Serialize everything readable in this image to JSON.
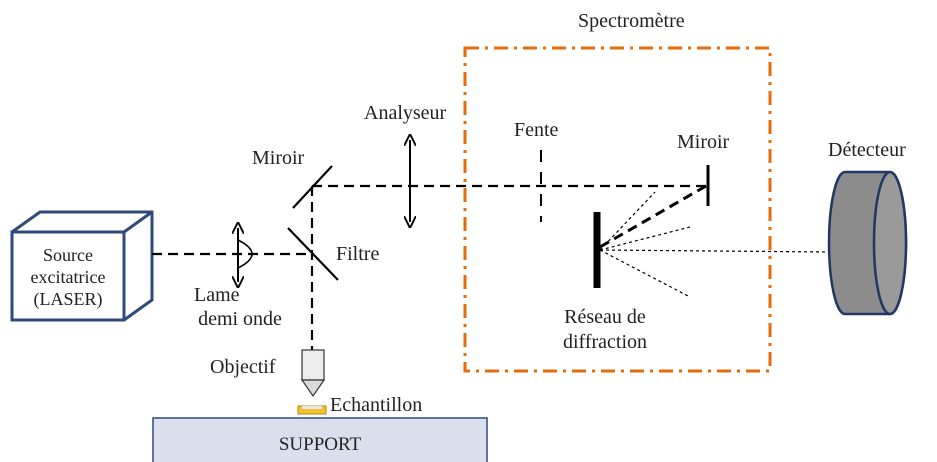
{
  "diagram": {
    "title": "",
    "labels": {
      "spectrometre": "Spectromètre",
      "analyseur": "Analyseur",
      "fente": "Fente",
      "miroir_spectro": "Miroir",
      "detecteur": "Détecteur",
      "miroir": "Miroir",
      "source_line1": "Source",
      "source_line2": "excitatrice",
      "source_line3": "(LASER)",
      "filtre": "Filtre",
      "lame_line1": "Lame",
      "lame_line2": "demi onde",
      "reseau_line1": "Réseau de",
      "reseau_line2": "diffraction",
      "objectif": "Objectif",
      "echantillon": "Echantillon",
      "support": "SUPPORT"
    },
    "colors": {
      "spectrometer_box": "#E46C0A",
      "laser_box": "#2F4A7A",
      "support_fill": "#D9E0EC",
      "support_border": "#2F4A7A",
      "detector_body": "#8C8C8C",
      "detector_border": "#1F3864",
      "sample": "#F2C230",
      "beam": "#000000"
    }
  }
}
